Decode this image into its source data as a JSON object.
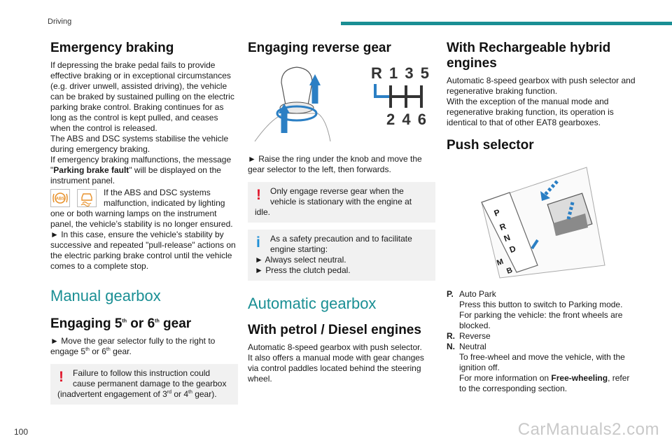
{
  "header": {
    "title": "Driving"
  },
  "footer": {
    "page_number": "100",
    "watermark": "CarManuals2.com"
  },
  "col1": {
    "emergency_title": "Emergency braking",
    "emergency_p1": "If depressing the brake pedal fails to provide effective braking or in exceptional circumstances (e.g. driver unwell, assisted driving), the vehicle can be braked by sustained pulling on the electric parking brake control. Braking continues for as long as the control is kept pulled, and ceases when the control is released.",
    "emergency_p2": "The ABS and DSC systems stabilise the vehicle during emergency braking.",
    "emergency_p3a": "If emergency braking malfunctions, the message \"",
    "emergency_p3b": "Parking brake fault",
    "emergency_p3c": "\" will be displayed on the instrument panel.",
    "abs_line1": "If the ABS and DSC systems",
    "abs_line2": "malfunction, indicated by lighting",
    "abs_rest": "one or both warning lamps on the instrument panel, the vehicle’s stability is no longer ensured.",
    "abs_action": "► In this case, ensure the vehicle's stability by successive and repeated \"pull-release\" actions on the electric parking brake control until the vehicle comes to a complete stop.",
    "abs_icon_label": "ABS",
    "manual_title": "Manual gearbox",
    "engage56_a": "Engaging 5",
    "engage56_sup1": "th",
    "engage56_b": " or 6",
    "engage56_sup2": "th",
    "engage56_c": " gear",
    "move_a": "► Move the gear selector fully to the right to engage 5",
    "move_sup1": "th",
    "move_b": " or 6",
    "move_sup2": "th",
    "move_c": " gear.",
    "warn_l1": "Failure to follow this instruction could",
    "warn_l2": "cause permanent damage to the gearbox",
    "warn_l3a": "(inadvertent engagement of 3",
    "warn_sup1": "rd",
    "warn_l3b": " or 4",
    "warn_sup2": "th",
    "warn_l3c": " gear)."
  },
  "col2": {
    "reverse_title": "Engaging reverse gear",
    "gear_pattern": {
      "top": "R 1 3 5",
      "bottom": "2 4 6"
    },
    "raise": "► Raise the ring under the knob and move the gear selector to the left, then forwards.",
    "warn1_l1": "Only engage reverse gear when the",
    "warn1_l2": "vehicle is stationary with the engine at",
    "warn1_l3": "idle.",
    "warn2_l1": "As a safety precaution and to facilitate",
    "warn2_l2": "engine starting:",
    "warn2_l3": "► Always select neutral.",
    "warn2_l4": "► Press the clutch pedal.",
    "auto_title": "Automatic gearbox",
    "petrol_title": "With petrol / Diesel engines",
    "petrol_p1": "Automatic 8-speed gearbox with push selector.",
    "petrol_p2": "It also offers a manual mode with gear changes via control paddles located behind the steering wheel."
  },
  "col3": {
    "hybrid_title": "With Rechargeable hybrid engines",
    "hybrid_p1": "Automatic 8-speed gearbox with push selector and regenerative braking function.",
    "hybrid_p2": "With the exception of the manual mode and regenerative braking function, its operation is identical to that of other EAT8 gearboxes.",
    "push_title": "Push selector",
    "selector_letters": [
      "P",
      "R",
      "N",
      "D",
      "M",
      "B"
    ],
    "defs": [
      {
        "key": "P.",
        "label": "Auto Park",
        "lines": [
          "Press this button to switch to Parking mode.",
          "For parking the vehicle: the front wheels are blocked."
        ]
      },
      {
        "key": "R.",
        "label": "Reverse",
        "lines": []
      },
      {
        "key": "N.",
        "label": "Neutral",
        "lines": [
          "To free-wheel and move the vehicle, with the ignition off."
        ]
      }
    ],
    "freewheel_a": "For more information on ",
    "freewheel_b": "Free-wheeling",
    "freewheel_c": ", refer to the corresponding section."
  },
  "colors": {
    "accent": "#1a8f94",
    "warning_red": "#e0182d",
    "info_blue": "#1e8fd6",
    "illustration_blue": "#2b7fc4"
  }
}
